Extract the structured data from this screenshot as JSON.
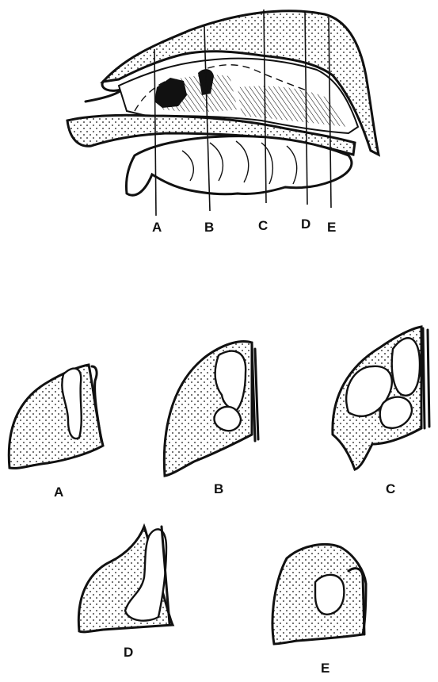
{
  "section_line_labels": [
    "A",
    "B",
    "C",
    "D",
    "E"
  ],
  "panels": [
    {
      "label": "A"
    },
    {
      "label": "B"
    },
    {
      "label": "C"
    },
    {
      "label": "D"
    },
    {
      "label": "E"
    }
  ],
  "colors": {
    "ink": "#111111",
    "background": "#ffffff"
  }
}
